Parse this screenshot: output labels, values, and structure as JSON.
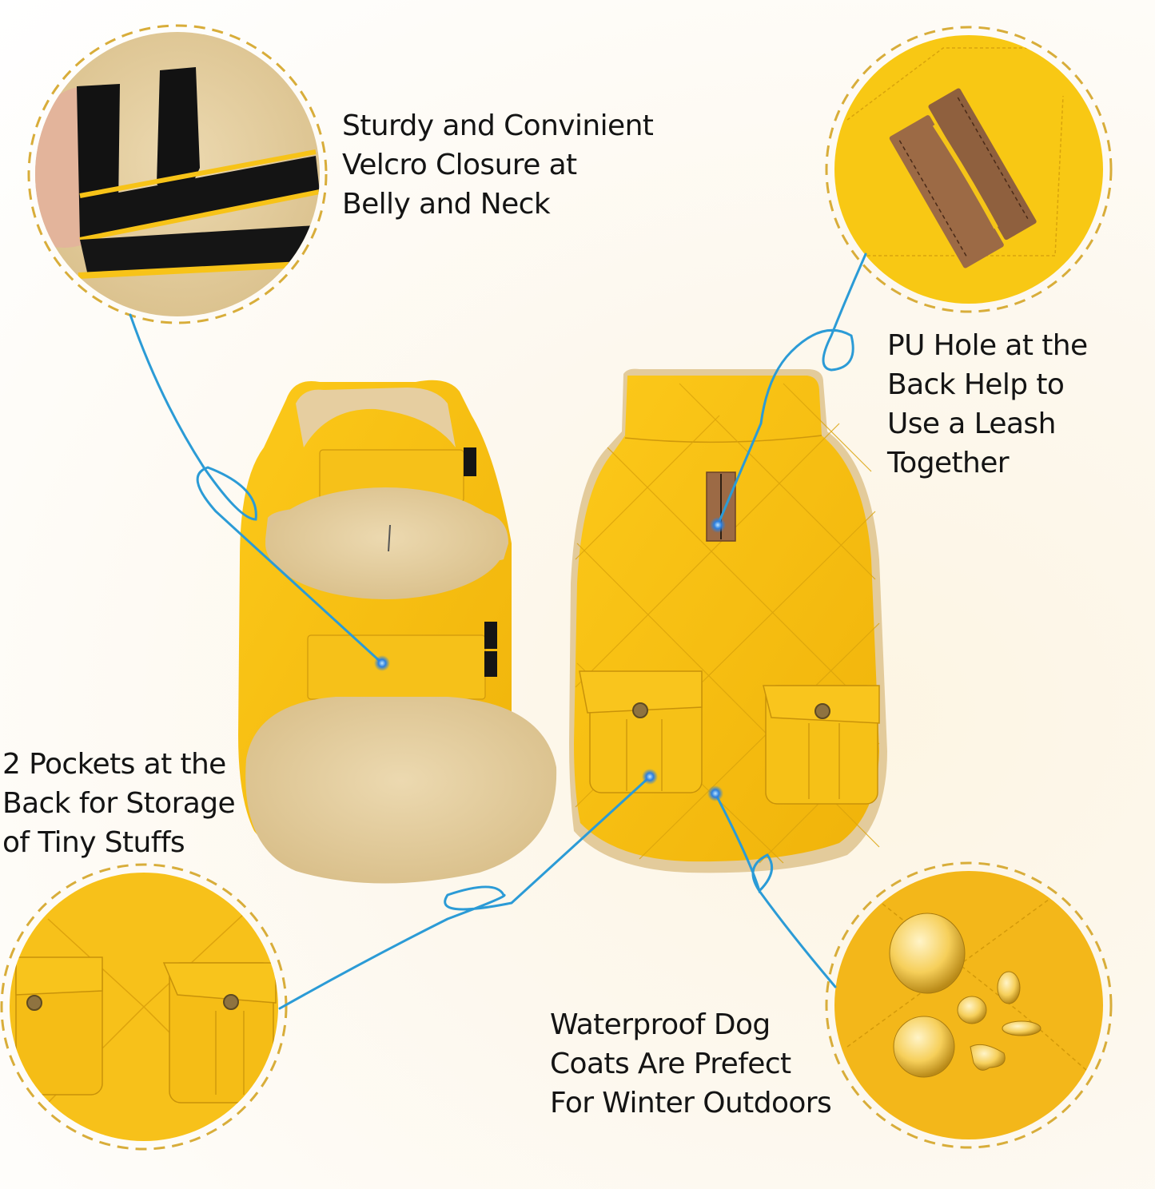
{
  "theme": {
    "background": "#fdf8ee",
    "coat_yellow": "#f5c012",
    "fleece": "#e8d3a6",
    "leather": "#9c6a45",
    "connector_blue": "#2b9bd6",
    "dashed_ring": "#d8ad3a",
    "text": "#141414"
  },
  "callouts": [
    {
      "id": "velcro",
      "lines": [
        "Sturdy and Convinient",
        "Velcro Closure at",
        "Belly and Neck"
      ],
      "image": "velcro-closure-closeup"
    },
    {
      "id": "pu-hole",
      "lines": [
        "PU Hole at the",
        "Back Help to",
        "Use a Leash",
        "Together"
      ],
      "image": "pu-leash-hole-closeup"
    },
    {
      "id": "pockets",
      "lines": [
        "2 Pockets at the",
        "Back for Storage",
        "of Tiny Stuffs"
      ],
      "image": "two-pockets-closeup"
    },
    {
      "id": "waterproof",
      "lines": [
        "Waterproof Dog",
        "Coats Are Prefect",
        "For Winter Outdoors"
      ],
      "image": "water-droplets-closeup"
    }
  ],
  "products": [
    {
      "id": "coat-inside",
      "view": "inside fleece lining with velcro straps"
    },
    {
      "id": "coat-back",
      "view": "quilted back with leash hole and 2 snap pockets"
    }
  ]
}
